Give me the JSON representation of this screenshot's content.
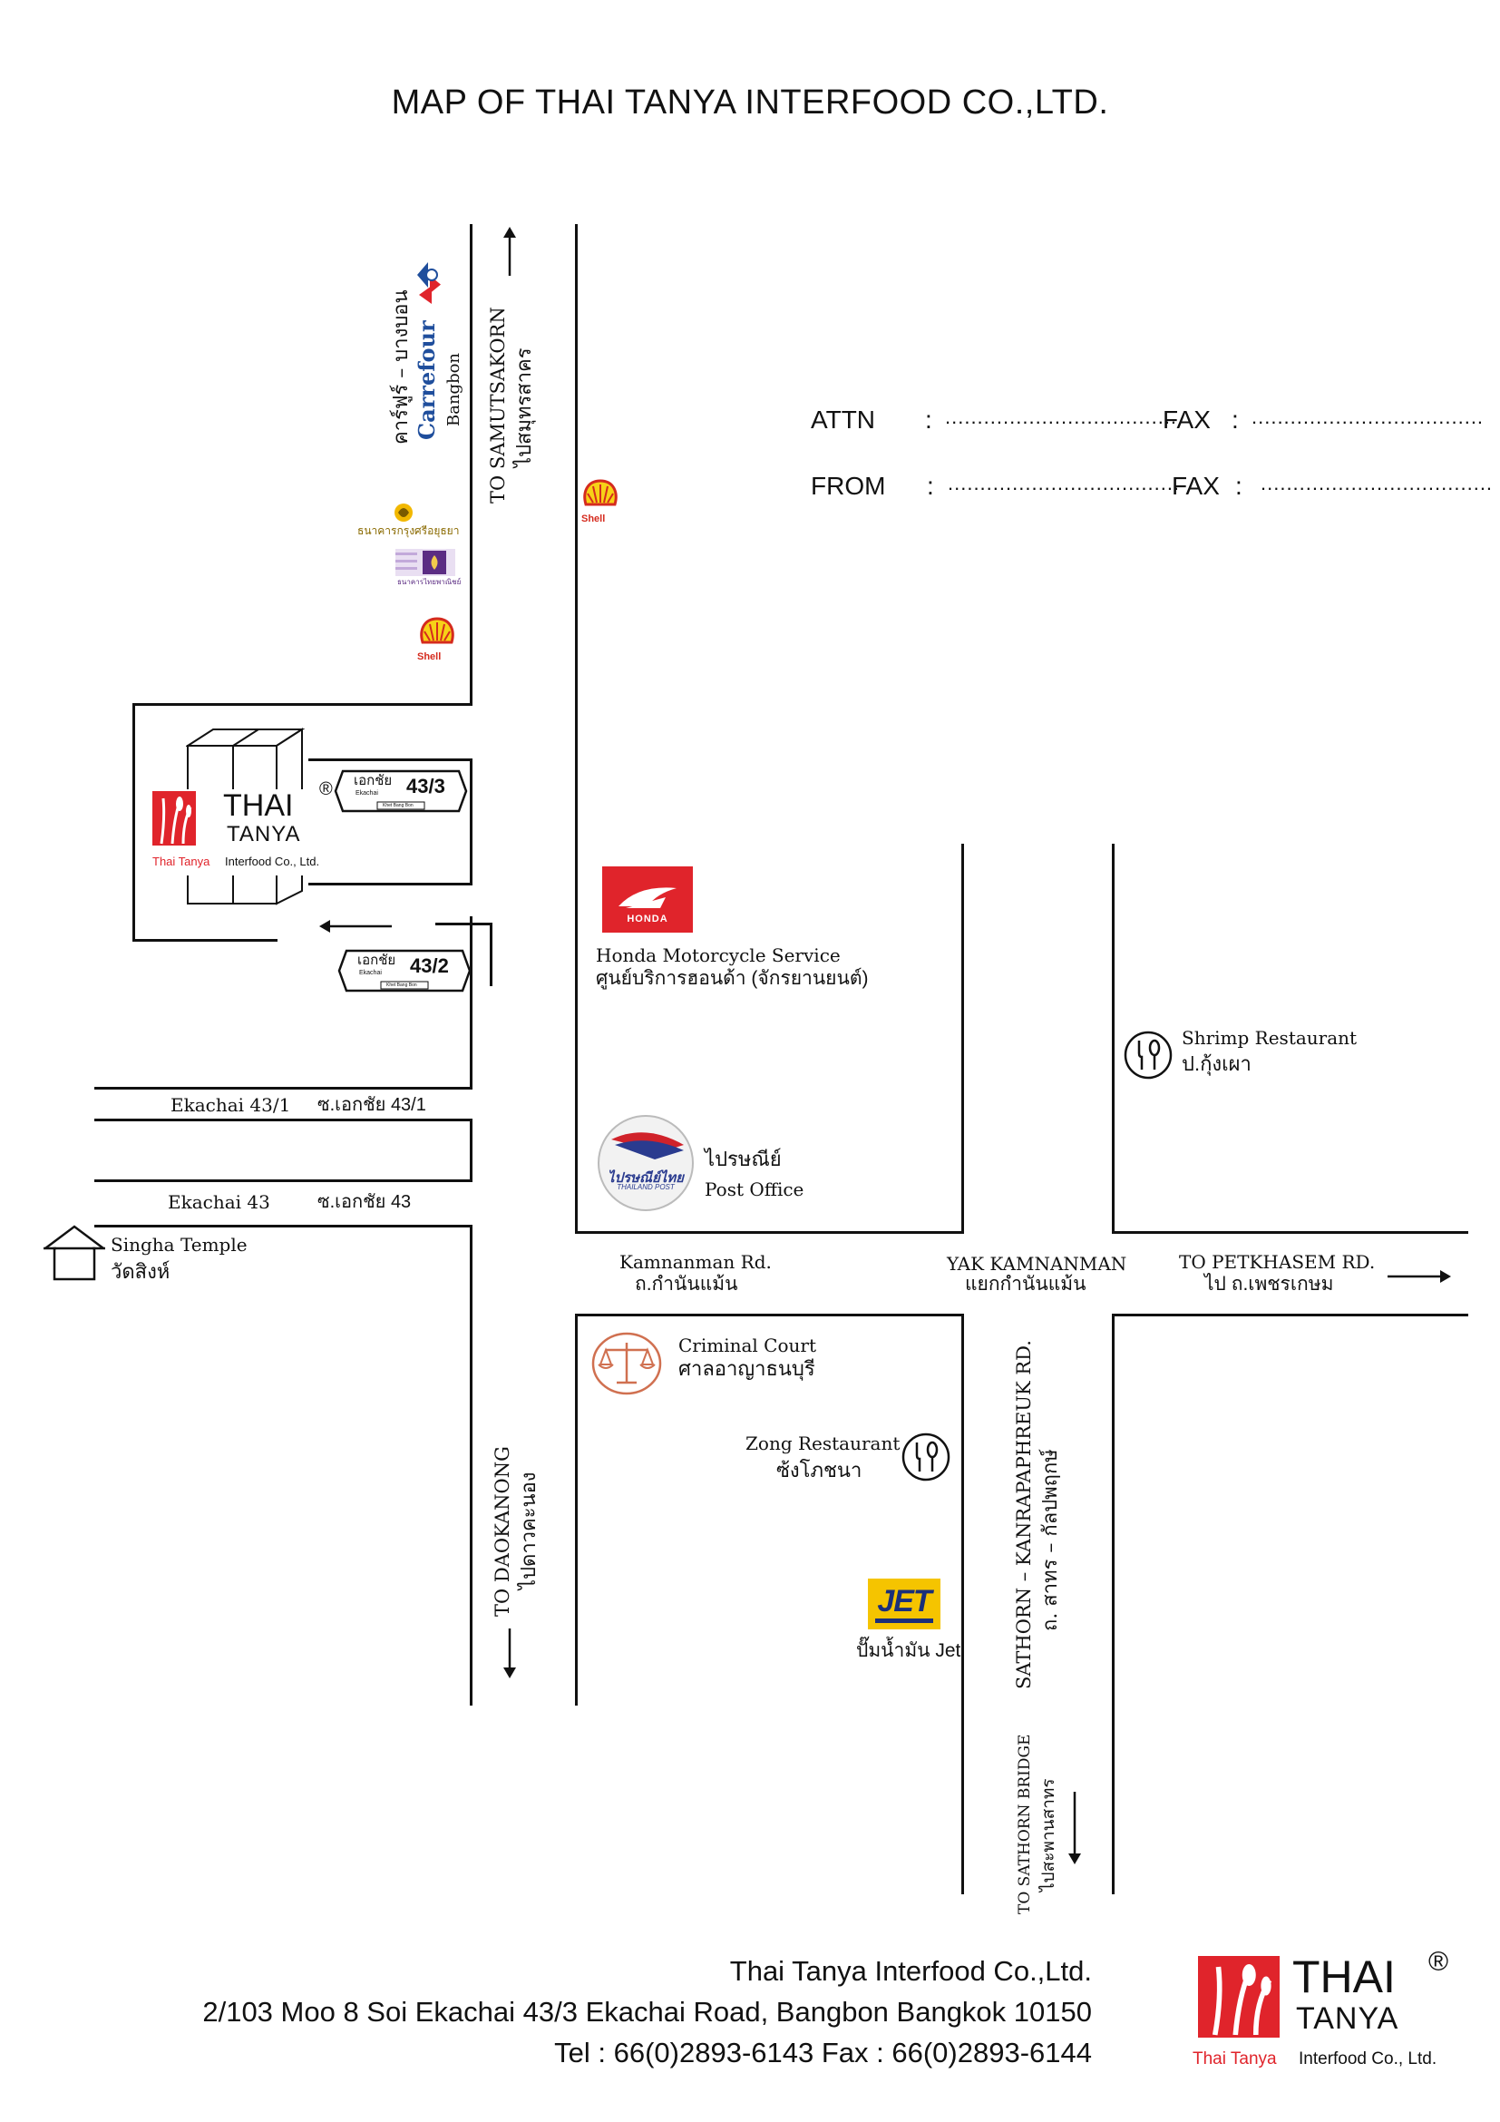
{
  "title": "MAP OF THAI TANYA INTERFOOD CO.,LTD.",
  "form": {
    "attn_label": "ATTN",
    "from_label": "FROM",
    "fax_label": "FAX",
    "colon": ":",
    "dots": "...................................."
  },
  "labels": {
    "carrefour_thai": "คาร์ฟูร์ – บางบอน",
    "carrefour_brand": "Carrefour",
    "carrefour_bangbon": "Bangbon",
    "to_samutsakorn": "TO SAMUTSAKORN",
    "to_samutsakorn_thai": "ไปสมุทรสาคร",
    "krungsri_bank": "ธนาคารกรุงศรีอยุธยา",
    "scb_bank": "ธนาคารไทยพาณิชย์",
    "shell": "Shell",
    "soi_43_3_thai": "เอกชัย",
    "soi_43_3_num": "43/3",
    "soi_43_2_thai": "เอกชัย",
    "soi_43_2_num": "43/2",
    "sign_small_en": "Ekachai",
    "sign_small_bottom": "Khet Bang Bon",
    "honda_brand": "HONDA",
    "honda_en": "Honda Motorcycle Service",
    "honda_thai": "ศูนย์บริการฮอนด้า (จักรยานยนต์)",
    "shrimp_en": "Shrimp Restaurant",
    "shrimp_thai": "ป.กุ้งเผา",
    "ekachai_43_1_en": "Ekachai 43/1",
    "ekachai_43_1_thai": "ซ.เอกชัย 43/1",
    "post_thai": "ไปรษณีย์",
    "post_en": "Post Office",
    "post_logo_text": "ไปรษณีย์ไทย",
    "post_logo_en": "THAILAND POST",
    "ekachai_43_en": "Ekachai 43",
    "ekachai_43_thai": "ซ.เอกชัย 43",
    "singha_en": "Singha Temple",
    "singha_thai": "วัดสิงห์",
    "kamnanman_en": "Kamnanman Rd.",
    "kamnanman_thai": "ถ.กำนันแม้น",
    "yak_en": "YAK KAMNANMAN",
    "yak_thai": "แยกกำนันแม้น",
    "petkhasem_en": "TO PETKHASEM RD.",
    "petkhasem_thai": "ไป ถ.เพชรเกษม",
    "court_en": "Criminal Court",
    "court_thai": "ศาลอาญาธนบุรี",
    "zong_en": "Zong Restaurant",
    "zong_thai": "ซ้งโภชนา",
    "to_daokanong": "TO DAOKANONG",
    "to_daokanong_thai": "ไปดาวคะนอง",
    "sathorn_road_en": "SATHORN – KANRAPAPHREUK RD.",
    "sathorn_road_thai": "ถ. สาทร – กัลปพฤกษ์",
    "jet_brand": "JET",
    "jet_thai": "ปั๊มน้ำมัน Jet",
    "to_sathorn_bridge": "TO SATHORN BRIDGE",
    "to_sathorn_bridge_thai": "ไปสะพานสาทร"
  },
  "logo": {
    "thai": "THAI",
    "tanya": "TANYA",
    "registered": "®",
    "sub_red": "Thai Tanya",
    "sub_black": "Interfood Co., Ltd."
  },
  "footer": {
    "company": "Thai Tanya Interfood Co.,Ltd.",
    "address": "2/103 Moo 8  Soi Ekachai 43/3  Ekachai  Road, Bangbon Bangkok 10150",
    "contact": "Tel : 66(0)2893-6143    Fax : 66(0)2893-6144"
  },
  "colors": {
    "brand_red": "#e0242b",
    "honda_red": "#e0242b",
    "jet_yellow": "#f5c400",
    "shell_yellow": "#f7d117",
    "shell_red": "#d52b1e",
    "scb_purple": "#5b2c83",
    "carrefour_blue": "#1f4e9c"
  }
}
